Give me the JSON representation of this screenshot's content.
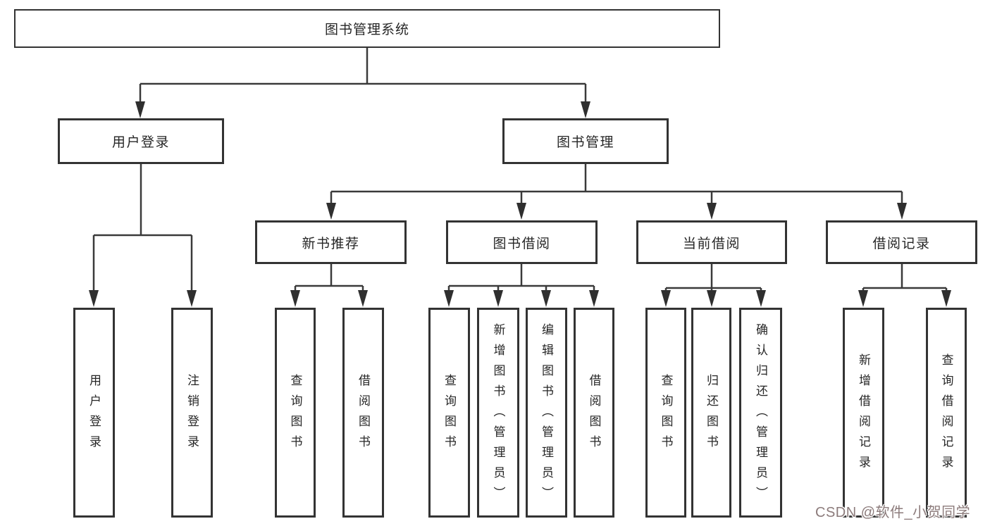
{
  "tree": {
    "root": "图书管理系统",
    "branches": [
      {
        "label": "用户登录",
        "children": [
          "用户登录",
          "注销登录"
        ]
      },
      {
        "label": "图书管理",
        "groups": [
          {
            "label": "新书推荐",
            "children": [
              "查询图书",
              "借阅图书"
            ]
          },
          {
            "label": "图书借阅",
            "children": [
              "查询图书",
              "新增图书（管理员）",
              "编辑图书（管理员）",
              "借阅图书"
            ]
          },
          {
            "label": "当前借阅",
            "children": [
              "查询图书",
              "归还图书",
              "确认归还（管理员）"
            ]
          },
          {
            "label": "借阅记录",
            "children": [
              "新增借阅记录",
              "查询借阅记录"
            ]
          }
        ]
      }
    ]
  },
  "watermark": {
    "text": "CSDN @软件_小贺同学",
    "color": "#8c7b7b"
  },
  "colors": {
    "background": "#ffffff",
    "box_border": "#333333",
    "line": "#3a3a3a",
    "arrow_fill": "#2f2f2f",
    "text": "#262626"
  }
}
